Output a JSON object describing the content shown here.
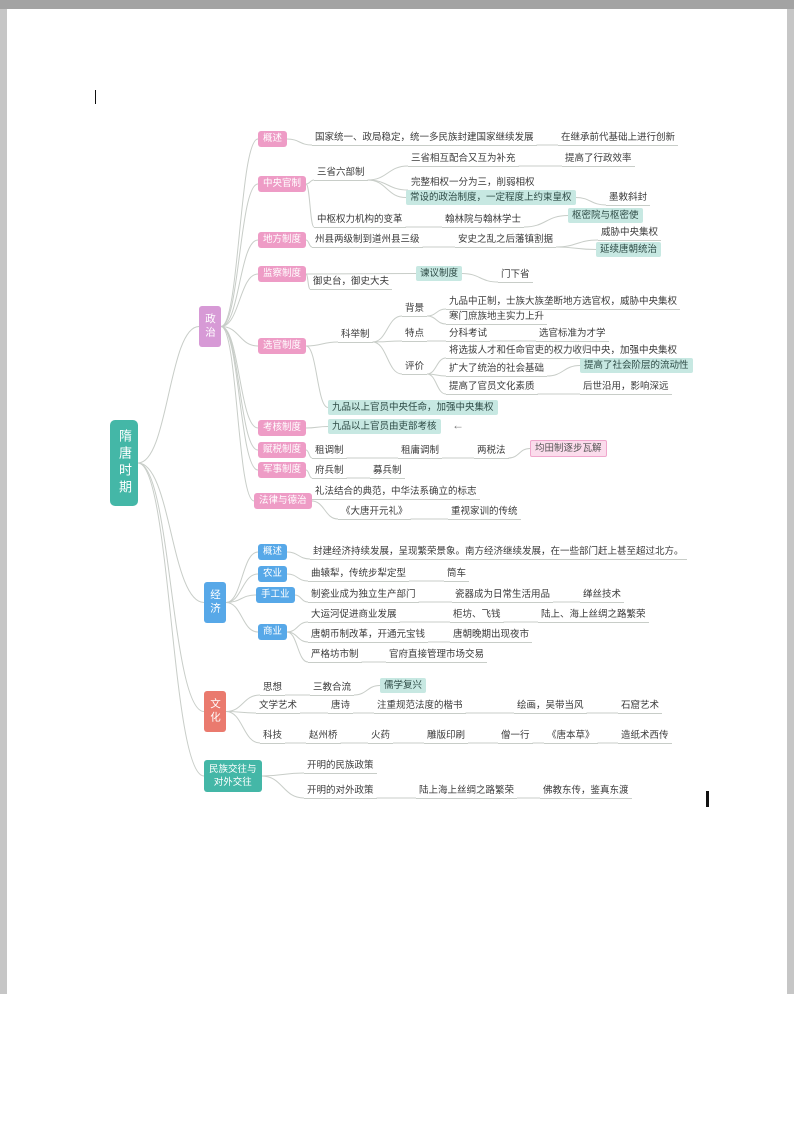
{
  "colors": {
    "root": "#44b7a7",
    "politics_branch": "#d79ad6",
    "politics_sub": "#ee9cc6",
    "economy": "#57a8e8",
    "culture": "#ea7a6e",
    "relations": "#44b7a7",
    "highlight_teal": "#c7e8e2",
    "highlight_pink": "#fbdcec",
    "connector": "#c8cdc8"
  },
  "icons": {
    "arrow_left": "←"
  },
  "nodes": {
    "root": "隋唐时期",
    "zhengzhi": "政治",
    "jingji": "经济",
    "wenhua": "文化",
    "minzu": "民族交往与\n对外交往",
    "gaishu_p": "概述",
    "gs1": "国家统一、政局稳定，统一多民族封建国家继续发展",
    "gs2": "在继承前代基础上进行创新",
    "zhongyang": "中央官制",
    "ssl": "三省六部制",
    "ssl1": "三省相互配合又互为补充",
    "ssl1a": "提高了行政效率",
    "ssl2": "完整相权一分为三，削弱相权",
    "ssl3": "常设的政治制度，一定程度上约束皇权",
    "ssl3a": "墨敕斜封",
    "shuniu": "中枢权力机构的变革",
    "hanlin": "翰林院与翰林学士",
    "shumi": "枢密院与枢密使",
    "difang": "地方制度",
    "df1": "州县两级制到道州县三级",
    "df2": "安史之乱之后藩镇割据",
    "df2a": "威胁中央集权",
    "df2b": "延续唐朝统治",
    "jiancha": "监察制度",
    "jc1": "御史台，御史大夫",
    "jianyi": "谏议制度",
    "jy1": "门下省",
    "xuanguan": "选官制度",
    "keju": "科举制",
    "beijing": "背景",
    "bj1": "九品中正制，士族大族垄断地方选官权，威胁中央集权",
    "bj2": "寒门庶族地主实力上升",
    "tedian": "特点",
    "td1": "分科考试",
    "td2": "选官标准为才学",
    "pingjia": "评价",
    "pj1": "将选拔人才和任命官吏的权力收归中央，加强中央集权",
    "pj2": "扩大了统治的社会基础",
    "pj2a": "提高了社会阶层的流动性",
    "pj3": "提高了官员文化素质",
    "pj3a": "后世沿用，影响深远",
    "jiupin": "九品以上官员中央任命，加强中央集权",
    "kaohe": "考核制度",
    "kh1": "九品以上官员由吏部考核",
    "fushui": "赋税制度",
    "fs1": "租调制",
    "fs2": "租庸调制",
    "fs3": "两税法",
    "fs4": "均田制逐步瓦解",
    "junshi": "军事制度",
    "js1": "府兵制",
    "js2": "募兵制",
    "falv": "法律与德治",
    "fl1": "礼法结合的典范，中华法系确立的标志",
    "fl2": "《大唐开元礼》",
    "fl2a": "重视家训的传统",
    "gaishu_j": "概述",
    "jjgs1": "封建经济持续发展，呈现繁荣景象。南方经济继续发展，在一些部门赶上甚至超过北方。",
    "nongye": "农业",
    "ny1": "曲辕犁，传统步犁定型",
    "ny2": "筒车",
    "shougong": "手工业",
    "sg1": "制瓷业成为独立生产部门",
    "sg2": "瓷器成为日常生活用品",
    "sg3": "缂丝技术",
    "shangye": "商业",
    "sy1": "大运河促进商业发展",
    "sy1a": "柜坊、飞钱",
    "sy1b": "陆上、海上丝绸之路繁荣",
    "sy2": "唐朝币制改革，开通元宝钱",
    "sy2a": "唐朝晚期出现夜市",
    "sy3": "严格坊市制",
    "sy3a": "官府直接管理市场交易",
    "sixiang": "思想",
    "sx1": "三教合流",
    "sx2": "儒学复兴",
    "wenxue": "文学艺术",
    "wx1": "唐诗",
    "wx2": "注重规范法度的楷书",
    "wx3": "绘画，吴带当风",
    "wx4": "石窟艺术",
    "keji": "科技",
    "kj1": "赵州桥",
    "kj2": "火药",
    "kj3": "雕版印刷",
    "kj4": "僧一行",
    "kj5": "《唐本草》",
    "kj6": "造纸术西传",
    "mz1": "开明的民族政策",
    "mz2": "开明的对外政策",
    "mz2a": "陆上海上丝绸之路繁荣",
    "mz2b": "佛教东传，鉴真东渡"
  }
}
